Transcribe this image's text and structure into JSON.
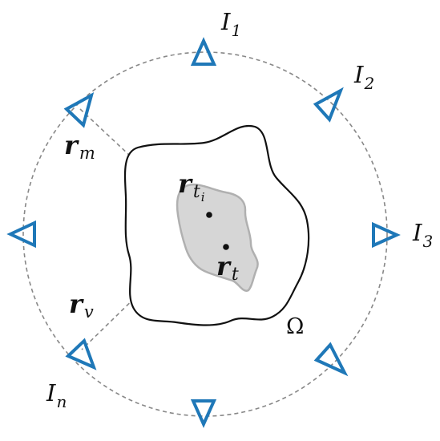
{
  "colors": {
    "sensor": "#1f78b8",
    "boundary": "#111111",
    "ring": "#888888",
    "region_fill": "#d6d6d6",
    "region_stroke": "#b0b0b0"
  },
  "labels": {
    "I1": {
      "base": "I",
      "sub": "1"
    },
    "I2": {
      "base": "I",
      "sub": "2"
    },
    "I3": {
      "base": "I",
      "sub": "3"
    },
    "In": {
      "base": "I",
      "sub": "n"
    },
    "rm": {
      "base": "r",
      "sub": "m"
    },
    "rv": {
      "base": "r",
      "sub": "v"
    },
    "rti": {
      "base": "r",
      "sub": "t",
      "subsub": "i"
    },
    "rt": {
      "base": "r",
      "sub": "t"
    },
    "omega": "Ω"
  }
}
